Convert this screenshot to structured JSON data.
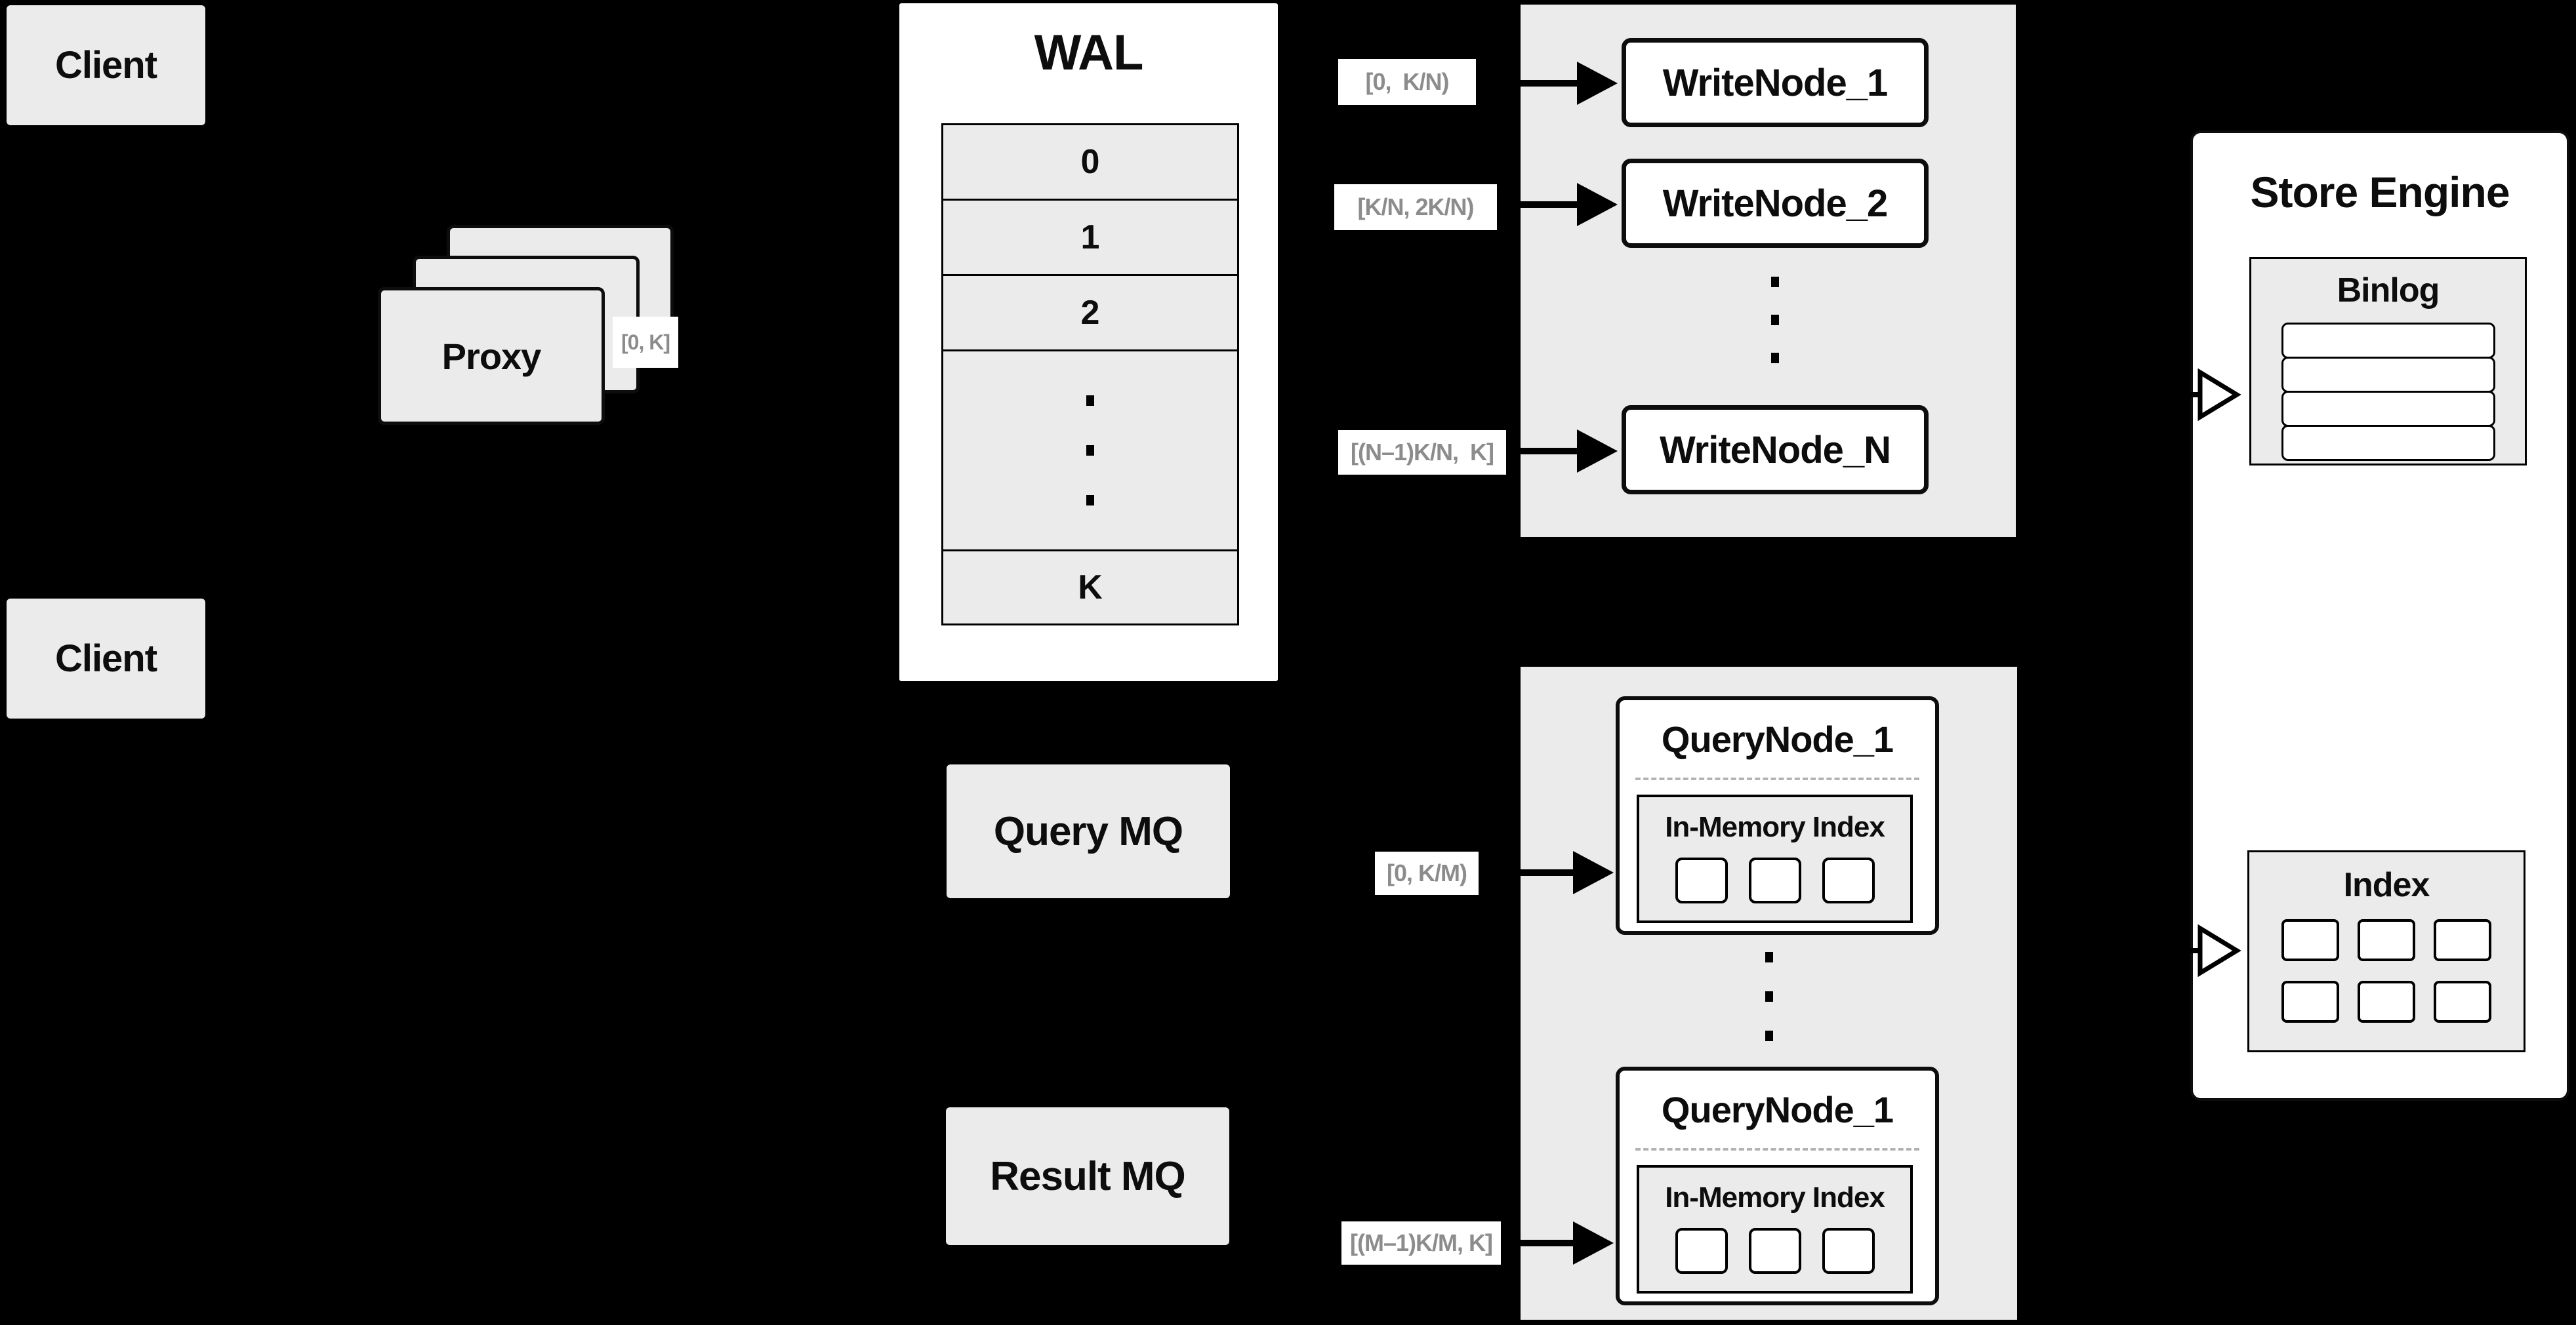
{
  "colors": {
    "background": "#000000",
    "panel_gray": "#ebebeb",
    "white": "#ffffff",
    "line_black": "#000000",
    "chip_text_gray": "#8c8c8c",
    "dashed_gray": "#b3b3b3"
  },
  "clients": {
    "top_label": "Client",
    "bottom_label": "Client"
  },
  "proxy": {
    "label": "Proxy",
    "range_chip": "[0, K]"
  },
  "wal": {
    "title": "WAL",
    "rows": [
      "0",
      "1",
      "2"
    ],
    "last_row": "K"
  },
  "write_group": {
    "nodes": [
      {
        "chip": "[0,  K/N)",
        "label": "WriteNode_1"
      },
      {
        "chip": "[K/N, 2K/N)",
        "label": "WriteNode_2"
      },
      {
        "chip": "[(N–1)K/N,  K]",
        "label": "WriteNode_N"
      }
    ]
  },
  "mq": {
    "query_label": "Query MQ",
    "result_label": "Result MQ"
  },
  "query_group": {
    "nodes": [
      {
        "chip": "[0, K/M)",
        "label": "QueryNode_1",
        "inner_title": "In-Memory Index"
      },
      {
        "chip": "[(M–1)K/M, K]",
        "label": "QueryNode_1",
        "inner_title": "In-Memory Index"
      }
    ]
  },
  "store_engine": {
    "title": "Store Engine",
    "binlog_title": "Binlog",
    "index_title": "Index"
  }
}
